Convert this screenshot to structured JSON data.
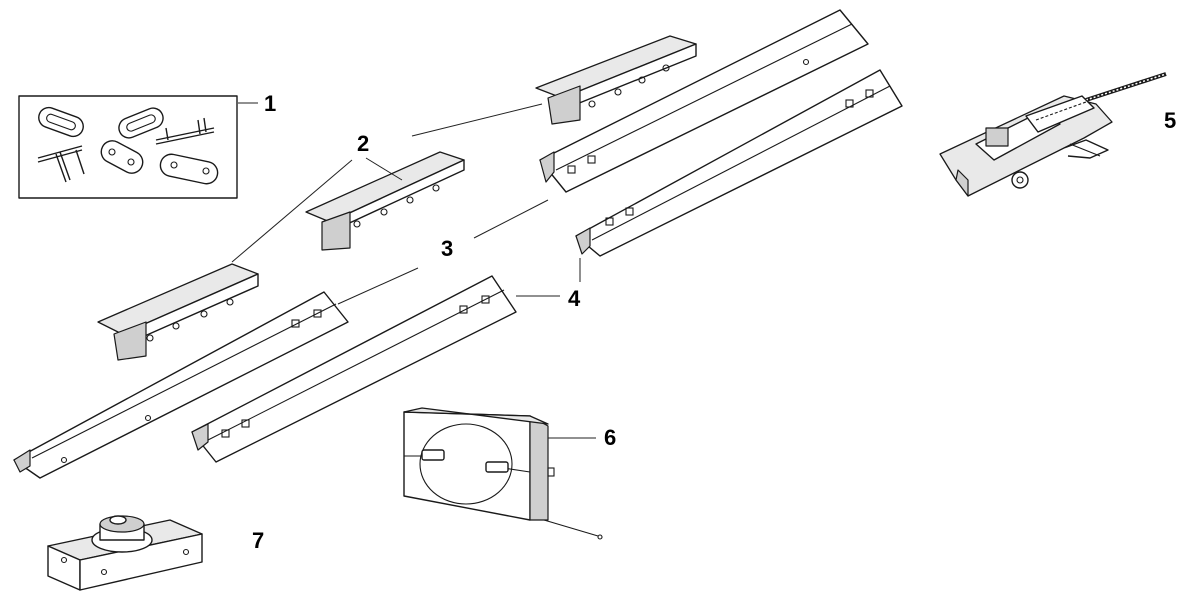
{
  "callouts": [
    {
      "id": "1",
      "label": "1"
    },
    {
      "id": "2",
      "label": "2"
    },
    {
      "id": "3",
      "label": "3"
    },
    {
      "id": "4",
      "label": "4"
    },
    {
      "id": "5",
      "label": "5"
    },
    {
      "id": "6",
      "label": "6"
    },
    {
      "id": "7",
      "label": "7"
    }
  ],
  "parts": [
    {
      "callout": "1",
      "name": "master-links-and-pins-bag"
    },
    {
      "callout": "2",
      "name": "rail-connector-bracket"
    },
    {
      "callout": "3",
      "name": "rail-section"
    },
    {
      "callout": "4",
      "name": "rail-section"
    },
    {
      "callout": "5",
      "name": "trolley-assembly"
    },
    {
      "callout": "6",
      "name": "sprocket-cover-panel"
    },
    {
      "callout": "7",
      "name": "idler-pulley-bracket"
    }
  ]
}
